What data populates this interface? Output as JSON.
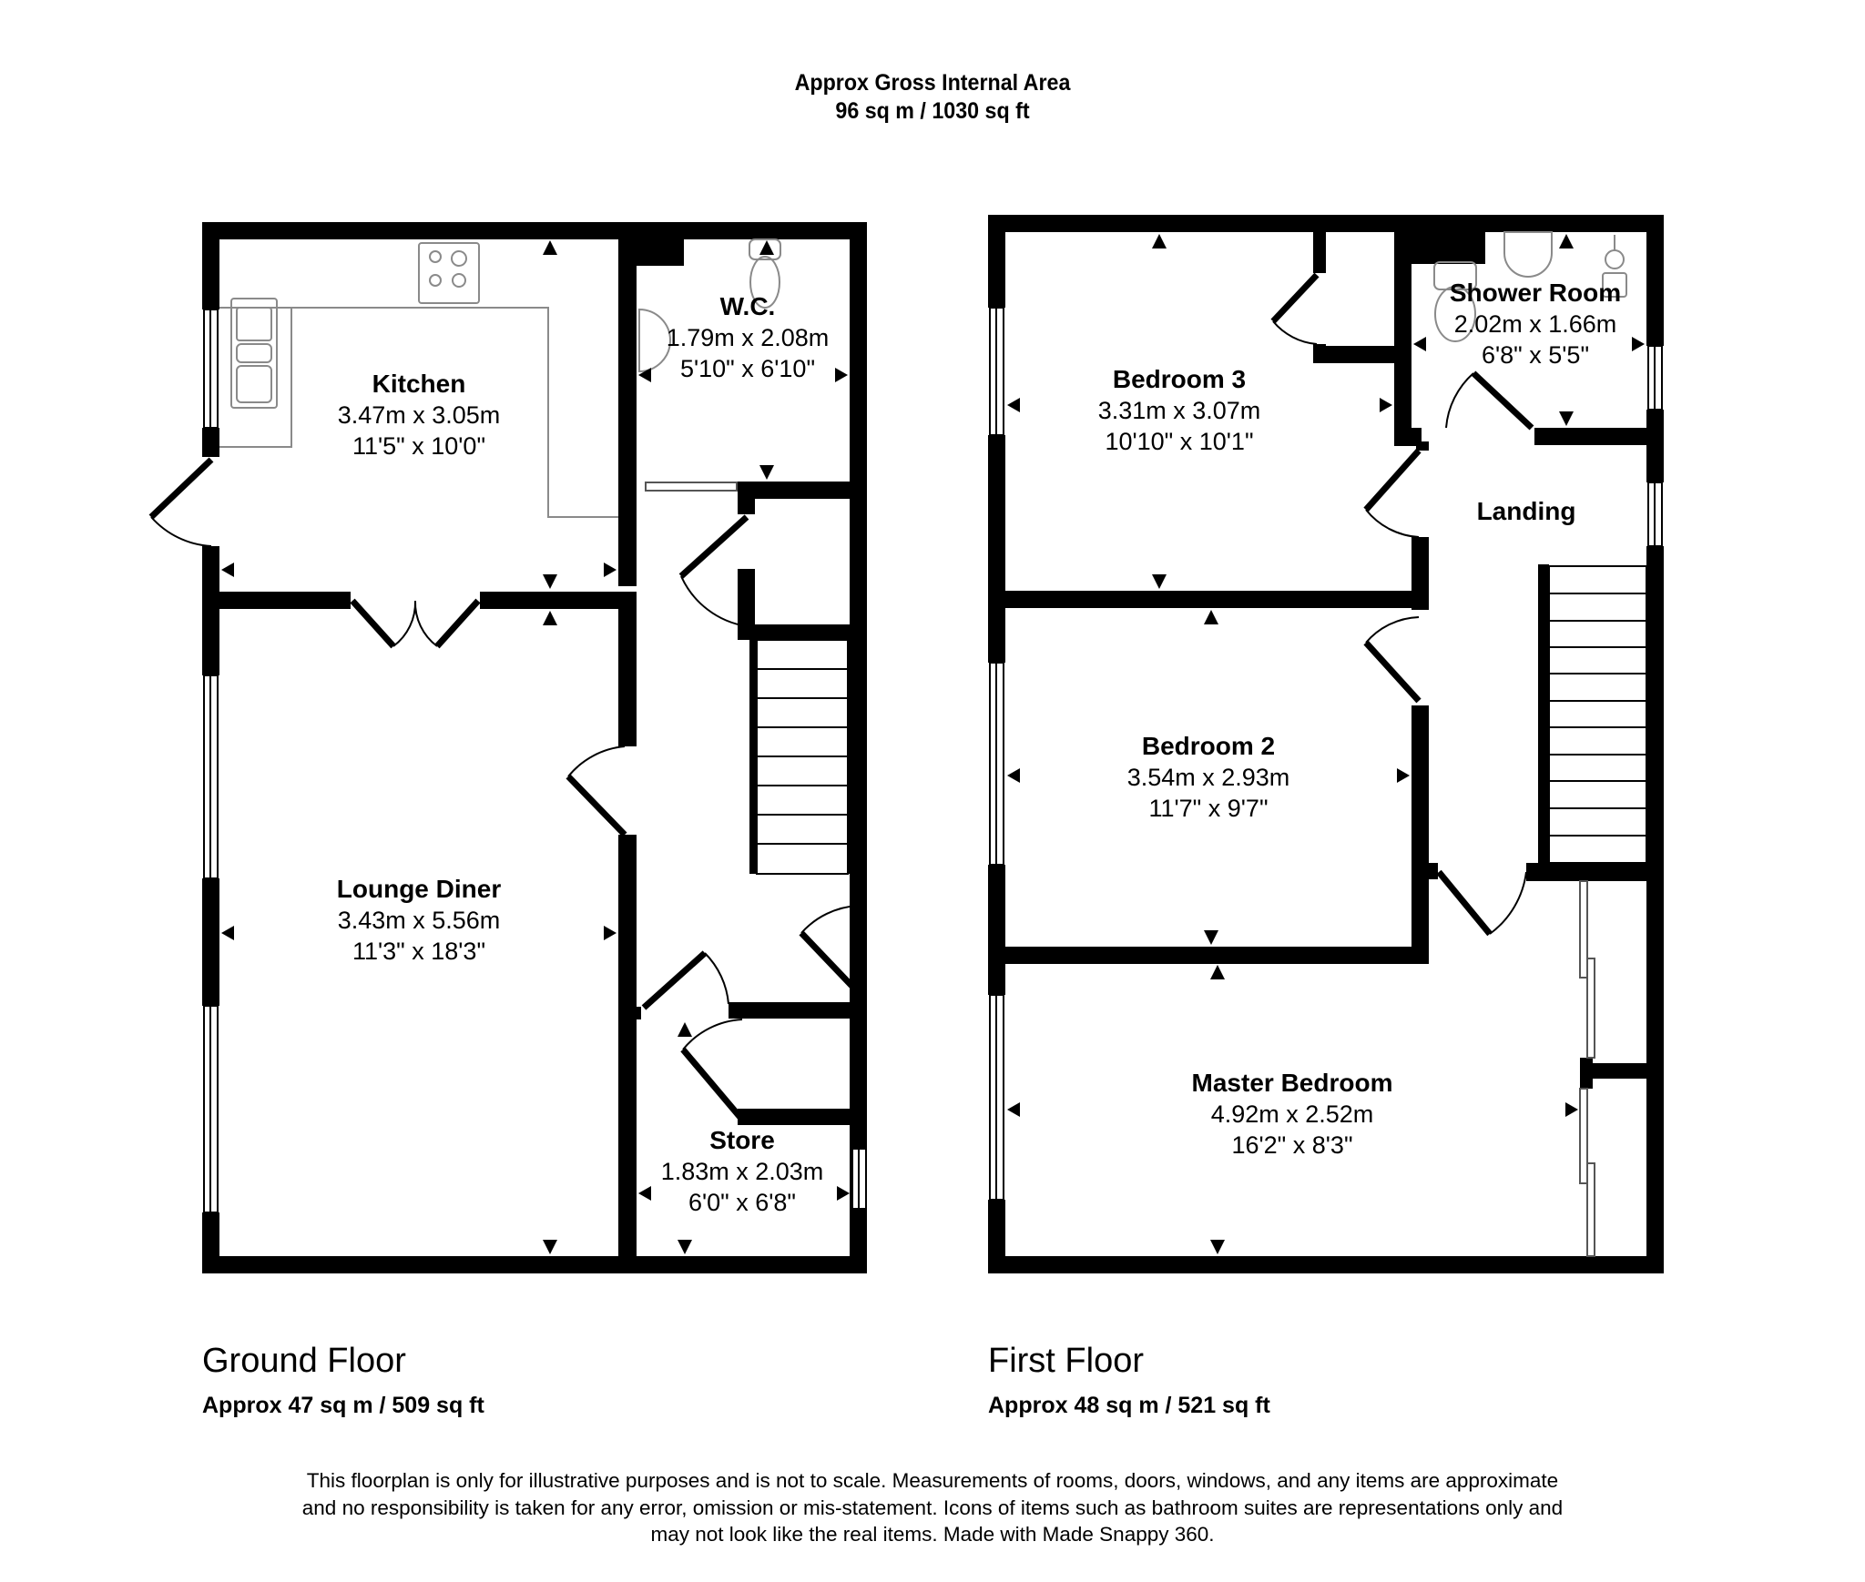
{
  "header": {
    "title_line1": "Approx Gross Internal Area",
    "title_line2": "96 sq m / 1030 sq ft"
  },
  "floors": [
    {
      "name": "Ground Floor",
      "area": "Approx 47 sq m / 509 sq ft",
      "rooms": [
        {
          "name": "Kitchen",
          "metric": "3.47m x 3.05m",
          "imperial": "11'5\" x 10'0\""
        },
        {
          "name": "W.C.",
          "metric": "1.79m x 2.08m",
          "imperial": "5'10\" x 6'10\""
        },
        {
          "name": "Lounge Diner",
          "metric": "3.43m x 5.56m",
          "imperial": "11'3\" x 18'3\""
        },
        {
          "name": "Store",
          "metric": "1.83m x 2.03m",
          "imperial": "6'0\" x 6'8\""
        }
      ]
    },
    {
      "name": "First Floor",
      "area": "Approx 48 sq m / 521 sq ft",
      "rooms": [
        {
          "name": "Bedroom 3",
          "metric": "3.31m x 3.07m",
          "imperial": "10'10\" x 10'1\""
        },
        {
          "name": "Shower Room",
          "metric": "2.02m x 1.66m",
          "imperial": "6'8\" x 5'5\""
        },
        {
          "name": "Landing",
          "metric": "",
          "imperial": ""
        },
        {
          "name": "Bedroom 2",
          "metric": "3.54m x 2.93m",
          "imperial": "11'7\" x 9'7\""
        },
        {
          "name": "Master Bedroom",
          "metric": "4.92m x 2.52m",
          "imperial": "16'2\" x 8'3\""
        }
      ]
    }
  ],
  "icons": [
    "hob-icon",
    "sink-icon",
    "toilet-icon",
    "basin-icon",
    "shower-icon",
    "stairs-icon",
    "door-swing-icon",
    "window-icon",
    "dimension-arrow-icon"
  ],
  "colors": {
    "wall": "#000000",
    "fixture": "#8a8a8a",
    "background": "#ffffff"
  },
  "footer": {
    "disclaimer_line1": "This floorplan is only for illustrative purposes and is not to scale. Measurements of rooms, doors, windows, and any items are approximate",
    "disclaimer_line2": "and no responsibility is taken for any error, omission or mis-statement. Icons of items such as bathroom suites are representations only and",
    "disclaimer_line3": "may not look like the real items. Made with Made Snappy 360."
  }
}
